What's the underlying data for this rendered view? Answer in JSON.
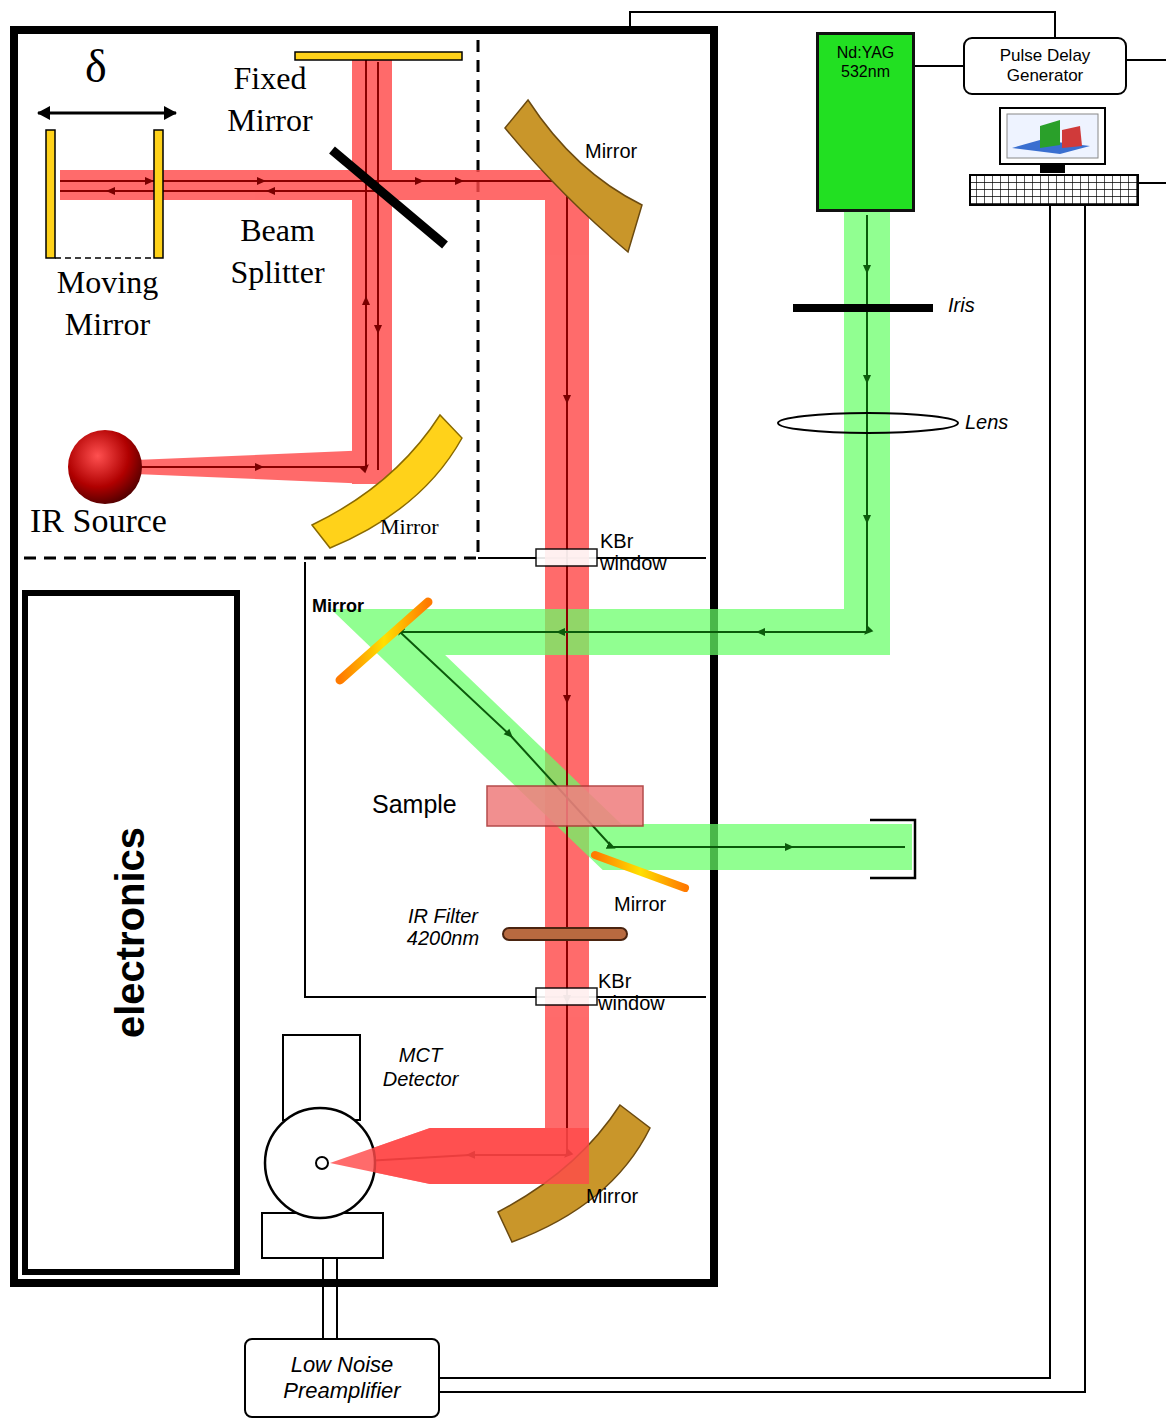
{
  "diagram": {
    "nodes": [
      {
        "text": [
          "Nd:YAG 532nm"
        ]
      },
      {
        "text": [
          "Pulse Delay Generator"
        ]
      },
      {
        "text": [
          "electronics"
        ]
      },
      {
        "text": [
          "Low Noise Preamplifier"
        ]
      }
    ],
    "edges": [
      {
        "from": 1,
        "to": 0,
        "arrow": "none"
      }
    ],
    "labels": [
      "δ",
      "Fixed Mirror",
      "Mirror",
      "Beam Splitter",
      "Moving Mirror",
      "Iris",
      "Lens",
      "IR Source",
      "Mirror",
      "KBr window",
      "Mirror",
      "Sample",
      "Mirror",
      "IR Filter 4200nm",
      "KBr window",
      "MCT Detector",
      "Mirror"
    ]
  }
}
